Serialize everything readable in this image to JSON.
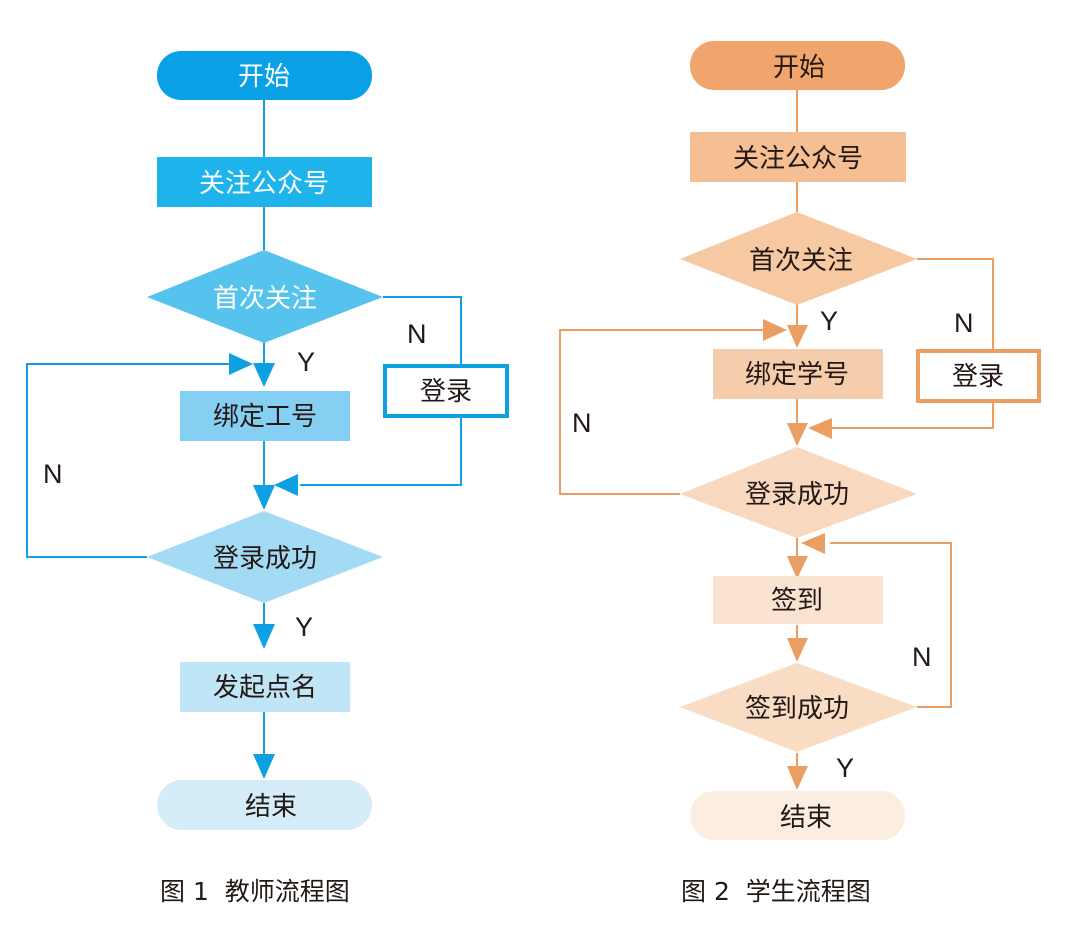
{
  "figures": [
    {
      "caption": "图 1  教师流程图",
      "colors": {
        "line": "#0ea0e0",
        "start_fill": "#0aa0e6",
        "step1_fill": "#1fb3ec",
        "decision1_fill": "#56c3ee",
        "step2_fill": "#84cff2",
        "decision2_fill": "#a3dbf4",
        "step3_fill": "#bfe5f7",
        "end_fill": "#d4edf9",
        "login_border": "#0ea0e0"
      },
      "nodes": {
        "start": "开始",
        "follow": "关注公众号",
        "first_follow": "首次关注",
        "bind": "绑定工号",
        "login": "登录",
        "login_success": "登录成功",
        "start_rollcall": "发起点名",
        "end": "结束"
      },
      "edge_labels": {
        "first_follow_yes": "Y",
        "first_follow_no": "N",
        "login_success_no": "N",
        "login_success_yes": "Y"
      }
    },
    {
      "caption": "图 2  学生流程图",
      "colors": {
        "line": "#eb9e62",
        "start_fill": "#efa56c",
        "step1_fill": "#f5bf93",
        "decision1_fill": "#f6c9a3",
        "step2_fill": "#f6cdac",
        "decision2_fill": "#f8d9c0",
        "step3_fill": "#fae3d0",
        "decision3_fill": "#f9dcc4",
        "end_fill": "#fcede1",
        "login_border": "#eb9e62"
      },
      "nodes": {
        "start": "开始",
        "follow": "关注公众号",
        "first_follow": "首次关注",
        "bind": "绑定学号",
        "login": "登录",
        "login_success": "登录成功",
        "checkin": "签到",
        "checkin_success": "签到成功",
        "end": "结束"
      },
      "edge_labels": {
        "first_follow_yes": "Y",
        "first_follow_no": "N",
        "login_success_no": "N",
        "checkin_success_no": "N",
        "checkin_success_yes": "Y"
      }
    }
  ]
}
